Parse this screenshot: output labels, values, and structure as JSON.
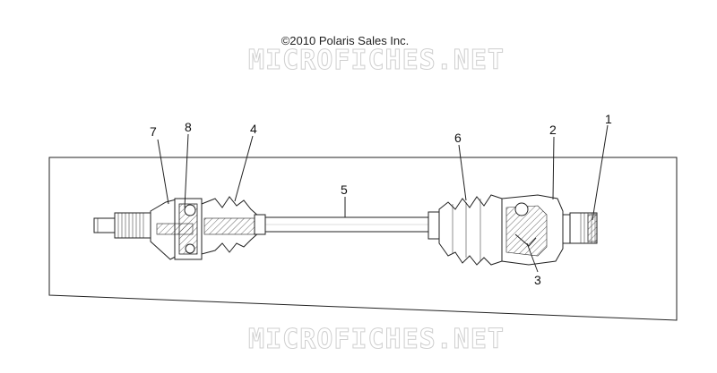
{
  "copyright": "©2010 Polaris Sales Inc.",
  "watermark": "MICROFICHES.NET",
  "callouts": [
    {
      "id": "1",
      "label": "1"
    },
    {
      "id": "2",
      "label": "2"
    },
    {
      "id": "3",
      "label": "3"
    },
    {
      "id": "4",
      "label": "4"
    },
    {
      "id": "5",
      "label": "5"
    },
    {
      "id": "6",
      "label": "6"
    },
    {
      "id": "7",
      "label": "7"
    },
    {
      "id": "8",
      "label": "8"
    }
  ]
}
